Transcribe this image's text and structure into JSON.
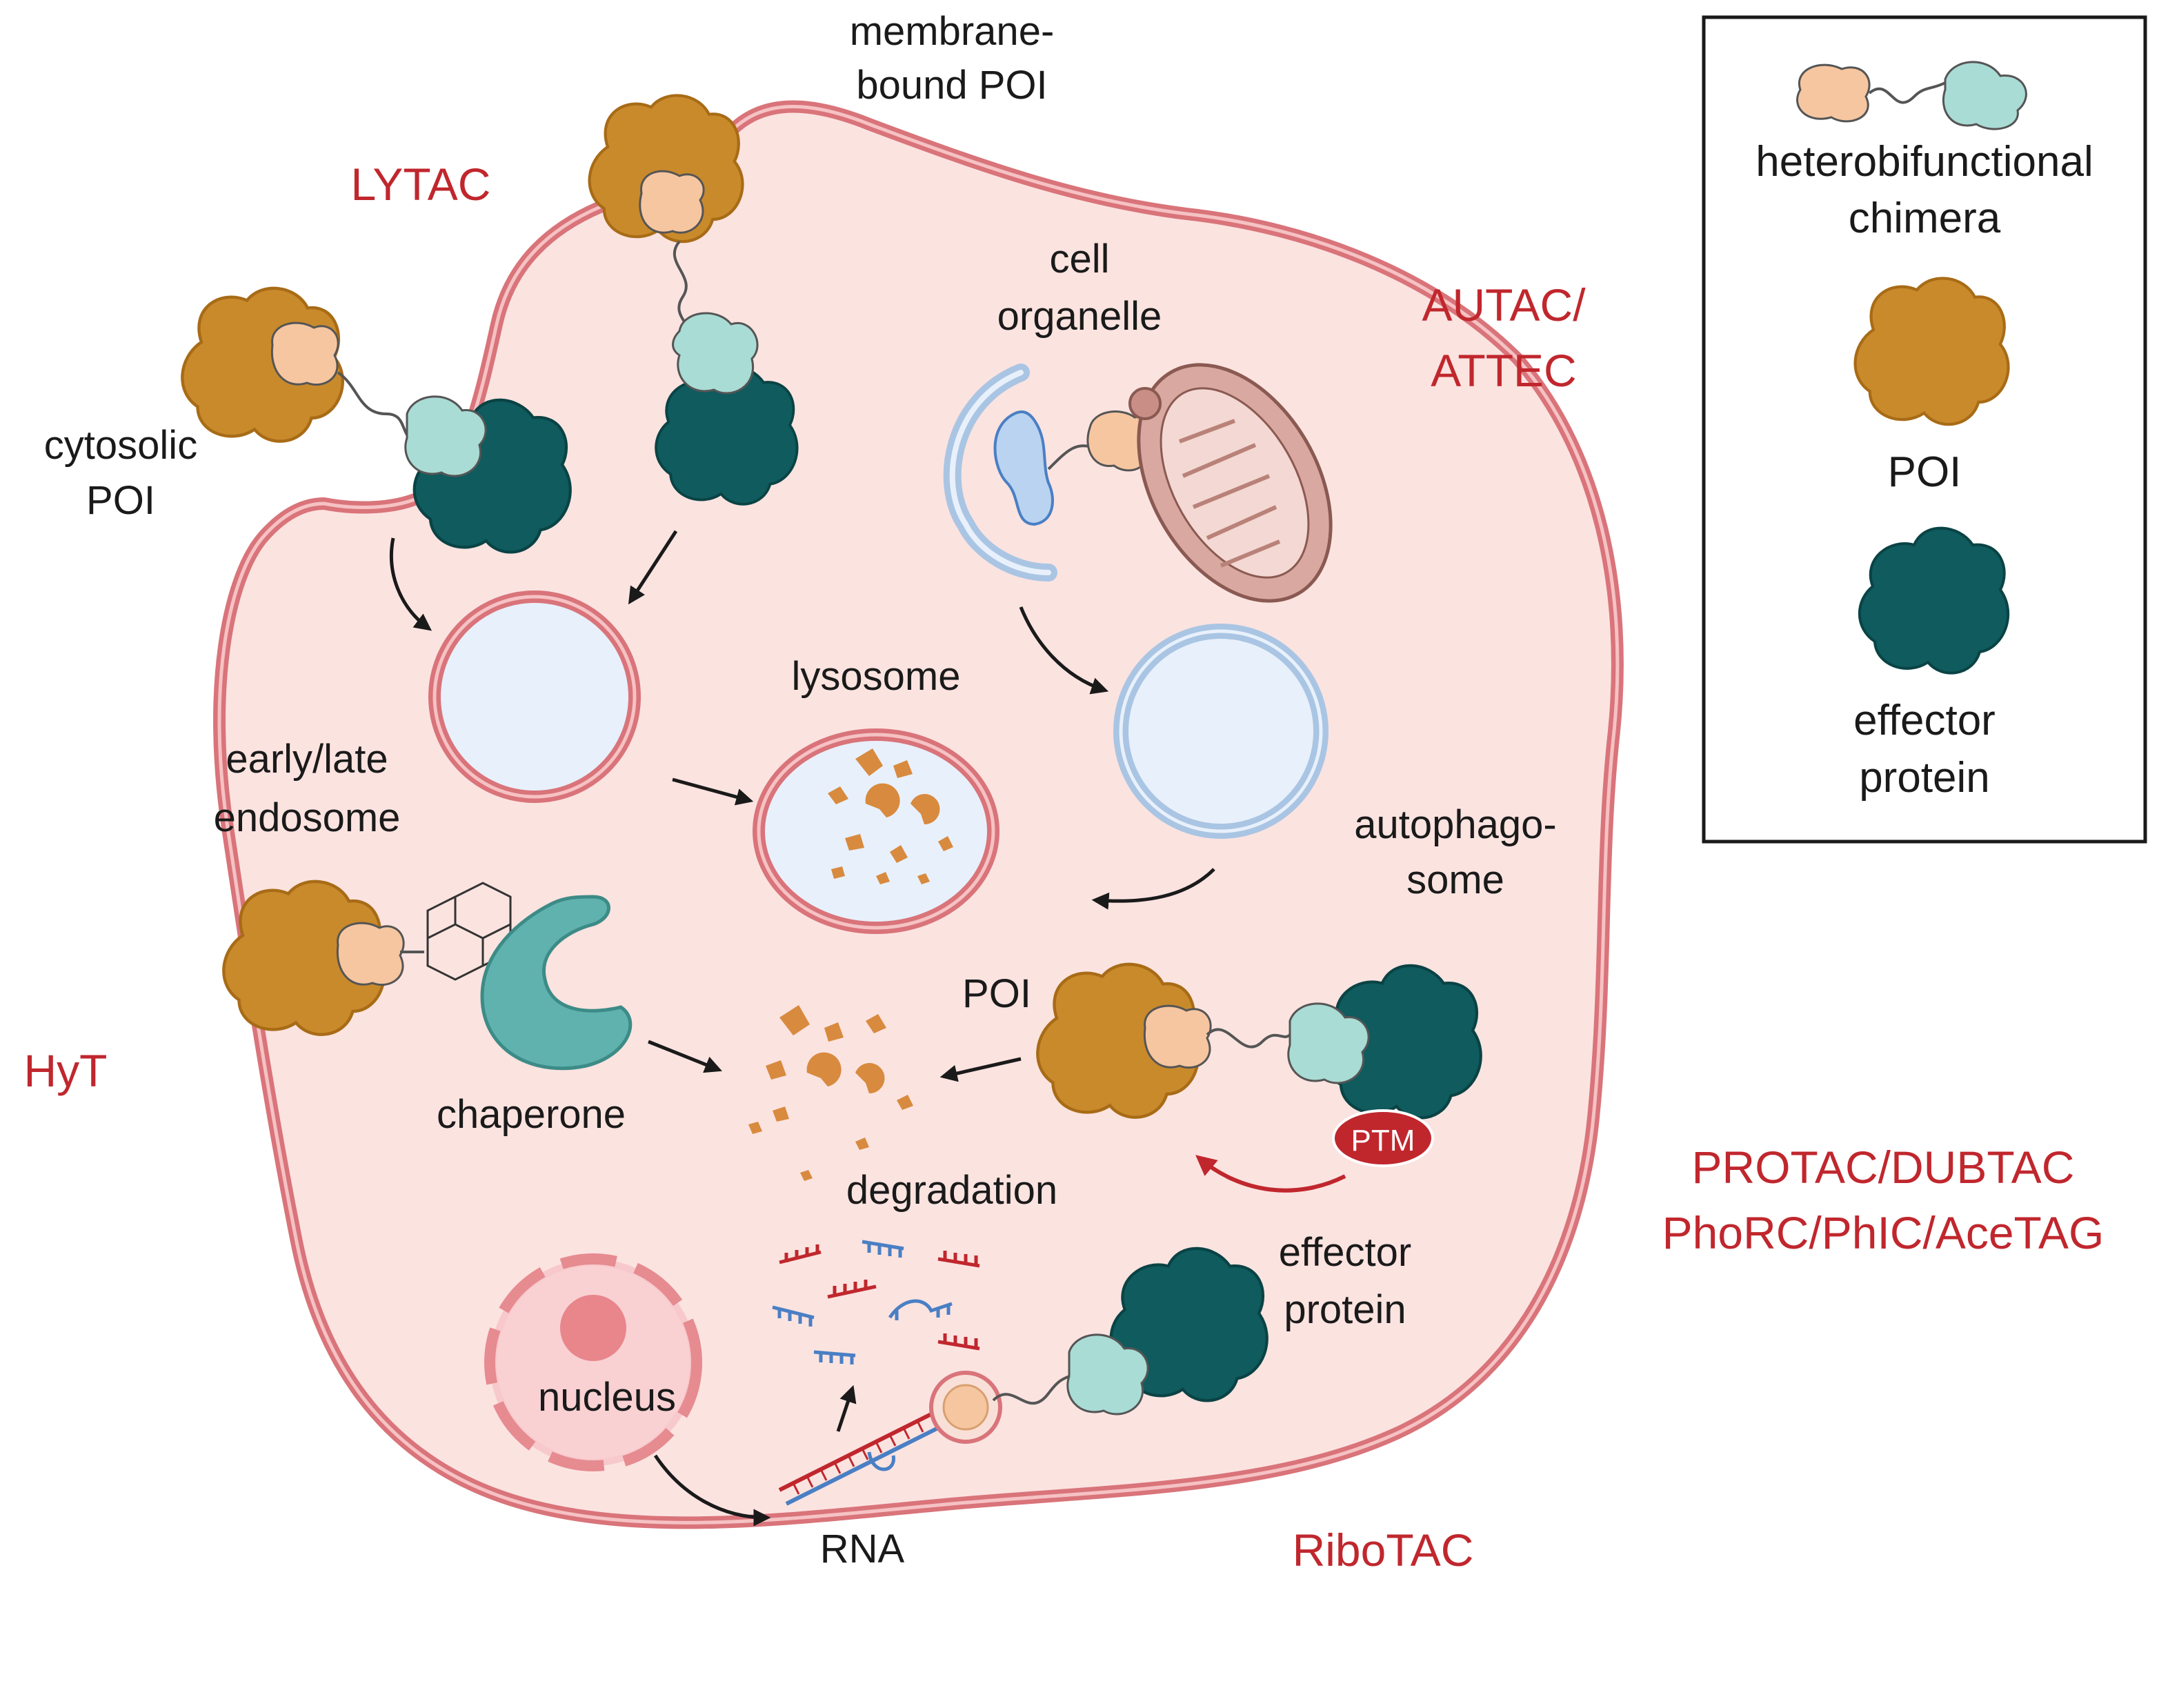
{
  "colors": {
    "cell_fill": "#fbe3e0",
    "membrane": "#d9747a",
    "poi": "#c98a2c",
    "poi_dark": "#a86b16",
    "effector": "#0f5b5e",
    "ligand_poi": "#f6c6a0",
    "ligand_effector": "#a9dcd5",
    "chaperone": "#5fb2ae",
    "red_text": "#c0272d",
    "vesicle_blue": "#a9c5e3",
    "vesicle_fill": "#e8f0fb",
    "mito": "#c98f86",
    "ptm": "#c0272d",
    "fragment": "#d88a3e",
    "rna_red": "#c0272d",
    "rna_blue": "#4a7fc4"
  },
  "labels": {
    "membrane_poi_line1": "membrane-",
    "membrane_poi_line2": "bound POI",
    "lytac": "LYTAC",
    "cytosolic_line1": "cytosolic",
    "cytosolic_line2": "POI",
    "cell_organelle_line1": "cell",
    "cell_organelle_line2": "organelle",
    "autac_line1": "AUTAC/",
    "autac_line2": "ATTEC",
    "lysosome": "lysosome",
    "endosome_line1": "early/late",
    "endosome_line2": "endosome",
    "autophago_line1": "autophago-",
    "autophago_line2": "some",
    "poi_mid": "POI",
    "hyt": "HyT",
    "chaperone": "chaperone",
    "degradation": "degradation",
    "ptm": "PTM",
    "protac_line1": "PROTAC/DUBTAC",
    "protac_line2": "PhoRC/PhIC/AceTAG",
    "effector_line1": "effector",
    "effector_line2": "protein",
    "nucleus": "nucleus",
    "rna": "RNA",
    "ribotac": "RiboTAC"
  },
  "legend": {
    "chimera_line1": "heterobifunctional",
    "chimera_line2": "chimera",
    "poi": "POI",
    "effector_line1": "effector",
    "effector_line2": "protein"
  }
}
